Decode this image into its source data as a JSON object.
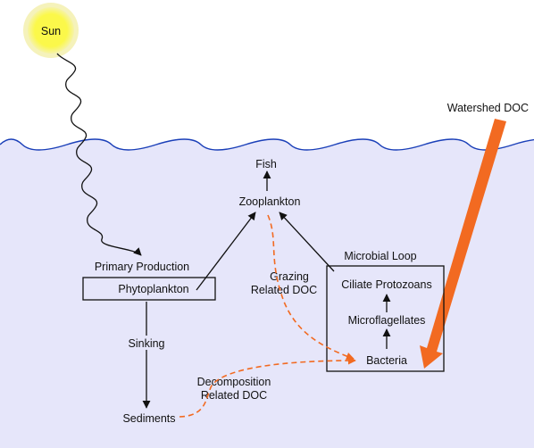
{
  "labels": {
    "sun": "Sun",
    "watershed_doc": "Watershed DOC",
    "fish": "Fish",
    "zooplankton": "Zooplankton",
    "microbial_loop": "Microbial Loop",
    "primary_production": "Primary Production",
    "phytoplankton": "Phytoplankton",
    "grazing_doc_line1": "Grazing",
    "grazing_doc_line2": "Related DOC",
    "ciliate_protozoans": "Ciliate Protozoans",
    "microflagellates": "Microflagellates",
    "bacteria": "Bacteria",
    "sinking": "Sinking",
    "decomposition_doc_line1": "Decomposition",
    "decomposition_doc_line2": "Related DOC",
    "sediments": "Sediments"
  },
  "colors": {
    "water": "#e6e6fa",
    "wave_line": "#1a3fb8",
    "sun_fill": "#fbf84a",
    "sun_glow": "#f3f0b8",
    "doc_orange": "#f26a21",
    "ink": "#111111"
  }
}
